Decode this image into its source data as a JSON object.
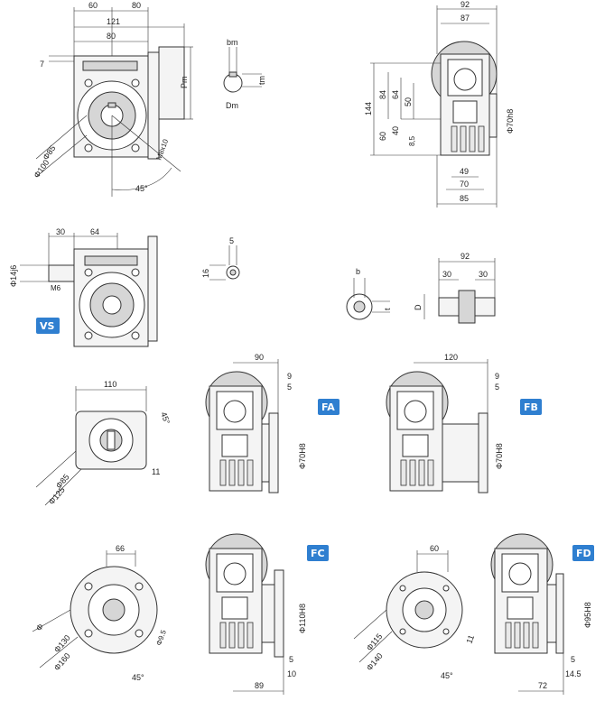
{
  "colors": {
    "badge": "#2f7fd0",
    "line": "#333333",
    "metal": "#f4f4f4",
    "shade": "#d6d6d6"
  },
  "badges": {
    "vs": "VS",
    "fa": "FA",
    "fb": "FB",
    "fc": "FC",
    "fd": "FD"
  },
  "top_left": {
    "d60": "60",
    "d80a": "80",
    "d121": "121",
    "d80b": "80",
    "d7": "7",
    "pm": "Pm",
    "m8x10": "M8x10",
    "phi85": "Φ85",
    "phi100": "Φ100",
    "a45": "45°"
  },
  "key_section": {
    "bm": "bm",
    "tm": "tm",
    "dm": "Dm"
  },
  "top_right": {
    "d92": "92",
    "d87": "87",
    "d144": "144",
    "d84": "84",
    "d64": "64",
    "d50": "50",
    "d40": "40",
    "d60": "60",
    "d85s": "8,5",
    "phi70": "Φ70h8",
    "d49": "49",
    "d70": "70",
    "d85": "85"
  },
  "vs_view": {
    "d30": "30",
    "d64": "64",
    "phi14": "Φ14j6",
    "m6": "M6"
  },
  "shaft_key": {
    "d5": "5",
    "d16": "16"
  },
  "hollow": {
    "b": "b",
    "t": "t",
    "d": "D"
  },
  "double_shaft": {
    "d92": "92",
    "d30a": "30",
    "d30b": "30"
  },
  "fa_front": {
    "d110": "110",
    "a45": "45°",
    "phi85": "Φ85",
    "phi125": "Φ125",
    "d11": "11"
  },
  "fa_side": {
    "d90": "90",
    "d9": "9",
    "d5": "5",
    "phi70": "Φ70H8"
  },
  "fb_side": {
    "d120": "120",
    "d9": "9",
    "d5": "5",
    "phi70": "Φ70H8"
  },
  "fc_front": {
    "d66": "66",
    "phi": "Φ",
    "phi130": "Φ130",
    "phi160": "Φ160",
    "phi95": "Φ9.5",
    "a45": "45°"
  },
  "fc_side": {
    "phi110": "Φ110H8",
    "d5": "5",
    "d10": "10",
    "d89": "89"
  },
  "fd_front": {
    "d60": "60",
    "phi115": "Φ115",
    "phi140": "Φ140",
    "d11": "11",
    "a45": "45°"
  },
  "fd_side": {
    "phi95": "Φ95H8",
    "d5": "5",
    "d145": "14.5",
    "d72": "72"
  }
}
